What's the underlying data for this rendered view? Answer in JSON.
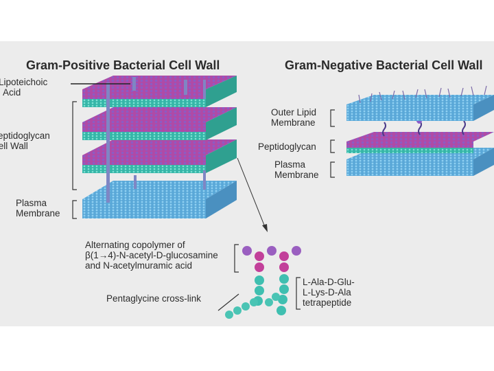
{
  "gram_positive": {
    "title": "Gram-Positive Bacterial Cell Wall",
    "lipoteichoic": [
      "Lipoteichoic",
      "Acid"
    ],
    "peptidoglycan": [
      "Peptidoglycan",
      "Cell Wall"
    ],
    "plasma": [
      "Plasma",
      "Membrane"
    ]
  },
  "gram_negative": {
    "title": "Gram-Negative Bacterial Cell Wall",
    "outer": [
      "Outer Lipid",
      "Membrane"
    ],
    "peptidoglycan": "Peptidoglycan",
    "plasma": [
      "Plasma",
      "Membrane"
    ]
  },
  "detail": {
    "copolymer": [
      "Alternating copolymer of",
      "β(1→4)-N-acetyl-D-glucosamine",
      "and N-acetylmuramic acid"
    ],
    "crosslink": "Pentaglycine cross-link",
    "tetrapeptide": [
      "L-Ala-D-Glu-",
      "L-Lys-D-Ala",
      "tetrapeptide"
    ]
  },
  "colors": {
    "membrane_blue": "#5aa8d8",
    "sugar_purple": "#9a5fc0",
    "sugar_magenta": "#c2409a",
    "peptide_teal": "#3fbfb0",
    "lipoteichoic_rod": "#7f86c4",
    "label_text": "#2b2b2b"
  }
}
